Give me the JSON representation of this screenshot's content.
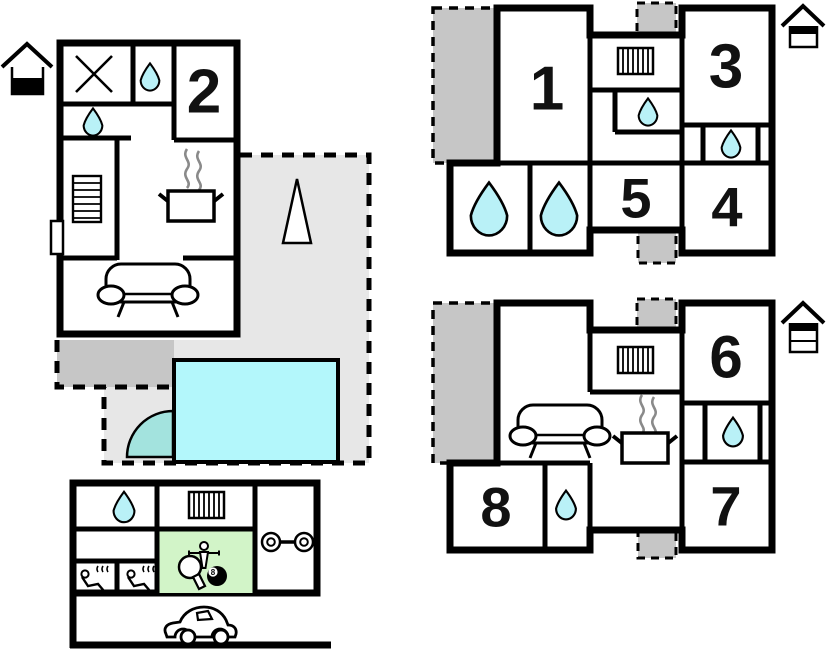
{
  "document": {
    "type": "vacation-home-floor-plan",
    "plan_count": 4
  },
  "colors": {
    "wall": "#000000",
    "water_drop": "#b9f1f7",
    "pool": "#b3f7fb",
    "hot_tub": "#a3e3de",
    "games_room_green": "#d2f4c8",
    "terrace_light_gray": "#e7e7e7",
    "balcony_dark_gray": "#c6c6c6"
  },
  "levels": {
    "ground_floor": {
      "label": "ground floor plan",
      "house_icon": "two-band-house-bottom-filled",
      "rooms": [
        {
          "number": "2"
        }
      ],
      "features": [
        "shower-cross",
        "water-drop",
        "water-drop",
        "stairs",
        "entrance-door",
        "stove-with-steam",
        "sofa",
        "terrace",
        "swimming-pool",
        "hot-tub",
        "tree"
      ]
    },
    "upper_floor": {
      "label": "upper floor plan",
      "house_icon": "two-band-house-top-filled",
      "rooms": [
        {
          "number": "1"
        },
        {
          "number": "3"
        },
        {
          "number": "5"
        },
        {
          "number": "4"
        }
      ],
      "features": [
        "balcony",
        "radiator",
        "water-drop",
        "water-drop",
        "bathroom-drop-large",
        "bathroom-drop-large",
        "chimney",
        "chimney"
      ]
    },
    "first_floor": {
      "label": "first floor plan",
      "house_icon": "three-band-house-top-filled",
      "rooms": [
        {
          "number": "6"
        },
        {
          "number": "7"
        },
        {
          "number": "8"
        }
      ],
      "features": [
        "balcony",
        "radiator",
        "sofa",
        "stove-with-steam",
        "water-drop",
        "water-drop",
        "chimney",
        "chimney"
      ]
    },
    "basement": {
      "label": "basement plan",
      "rooms": [],
      "ball_label": "8",
      "features": [
        "water-drop",
        "radiator",
        "fitness-dumbbell",
        "games-room",
        "table-tennis",
        "billiards",
        "foosball",
        "sauna",
        "sauna",
        "garage-car"
      ]
    }
  }
}
